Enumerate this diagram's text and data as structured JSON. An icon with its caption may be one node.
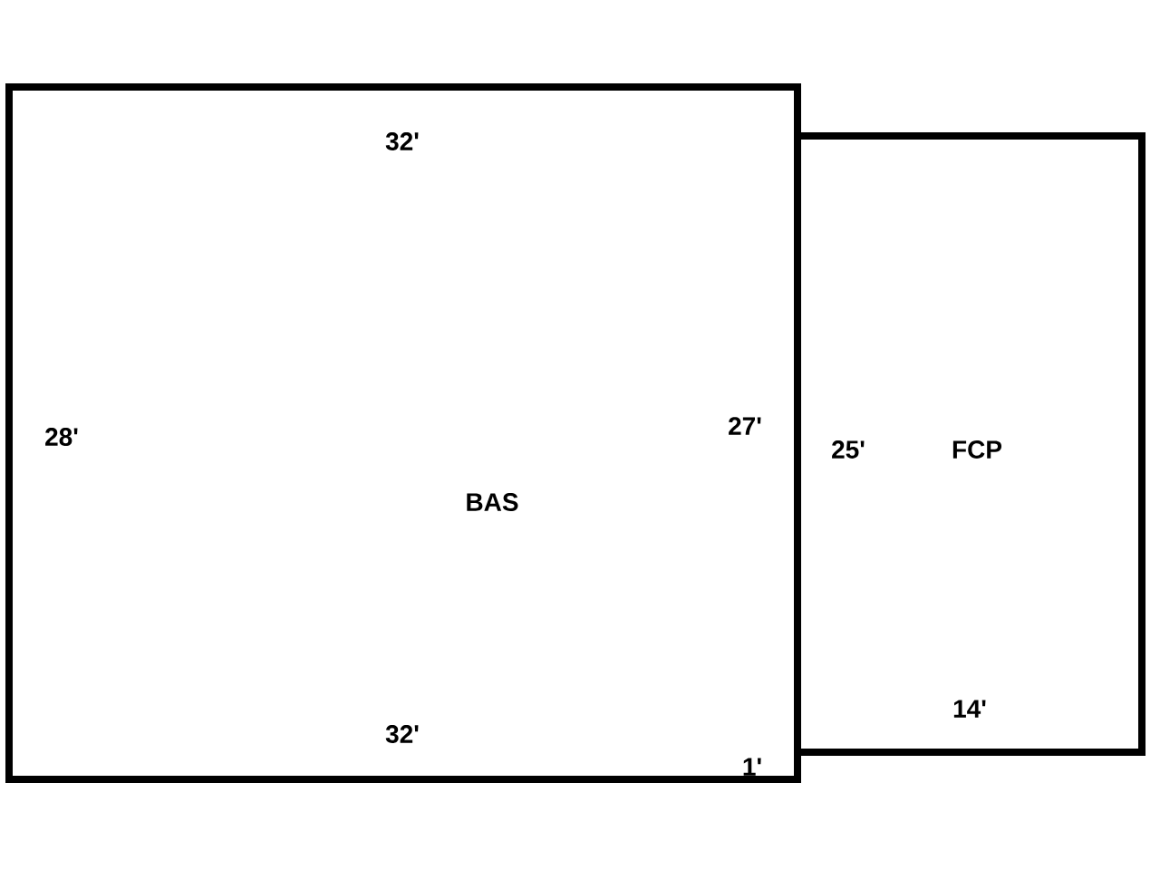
{
  "diagram": {
    "nodes": [
      {
        "text": [
          "BAS"
        ]
      },
      {
        "text": [
          "FCP"
        ]
      }
    ],
    "labels": [
      "32'",
      "27'",
      "28'",
      "25'",
      "14'",
      "32'",
      "1'"
    ]
  }
}
